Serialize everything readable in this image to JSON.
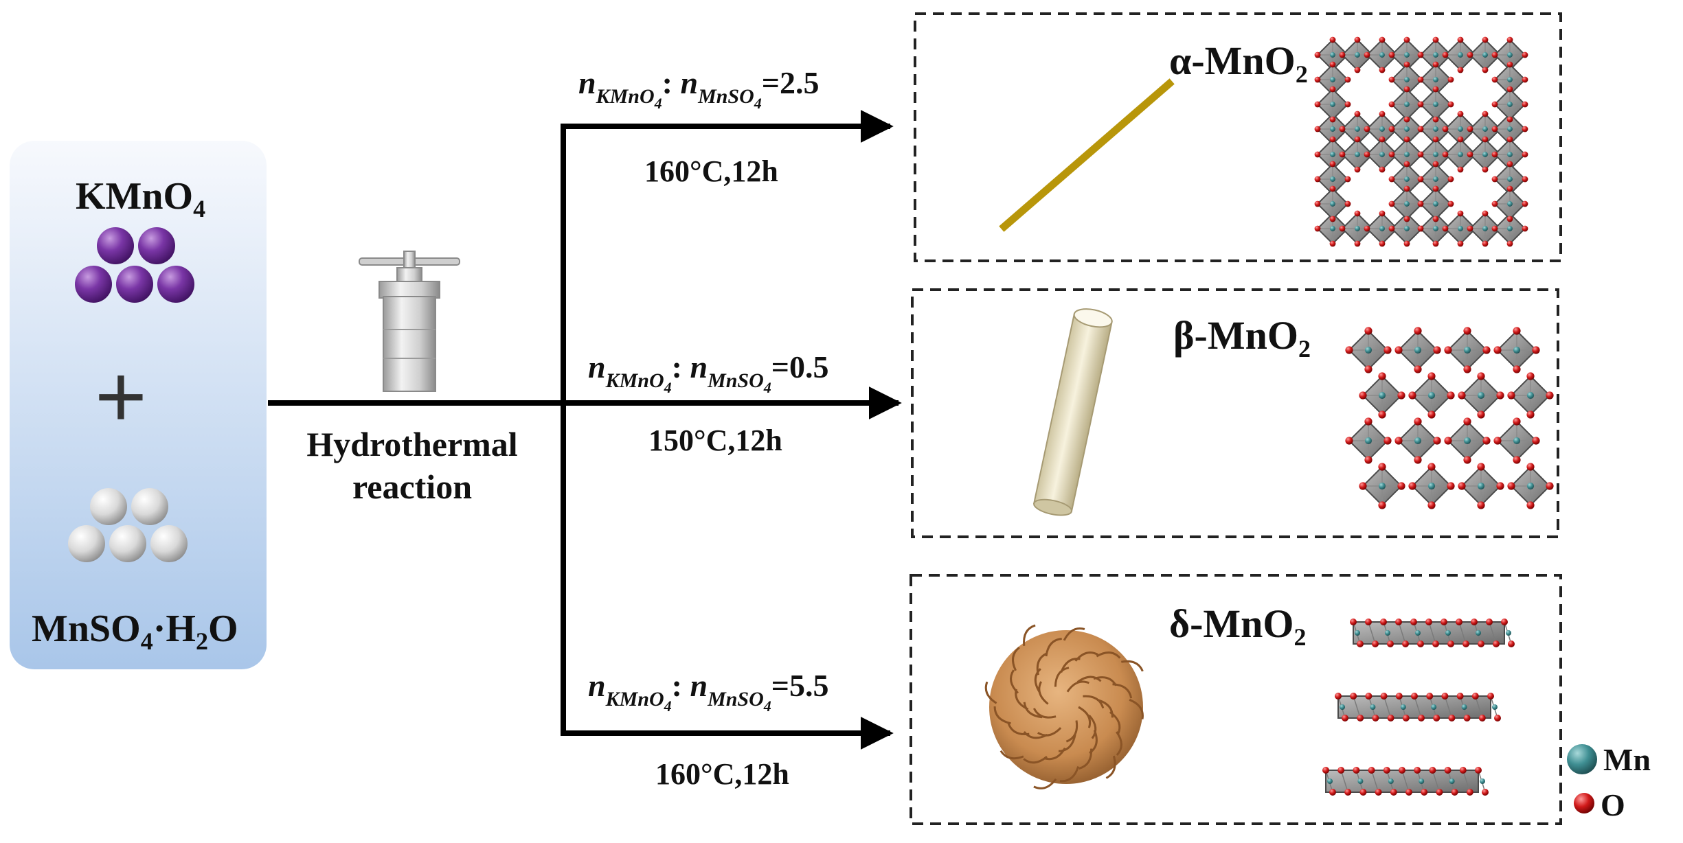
{
  "reactants": {
    "kmno4": {
      "main": "KMnO",
      "sub": "4"
    },
    "plus": "+",
    "mnso4": {
      "a": "MnSO",
      "a_sub": "4",
      "dot": "·H",
      "b_sub": "2",
      "c": "O"
    }
  },
  "process": {
    "line1": "Hydrothermal",
    "line2": "reaction"
  },
  "ratio_symbols": {
    "n": "n",
    "k_sub": "KMnO",
    "k_subsub": "4",
    "sep": ":",
    "m_sub": "MnSO",
    "m_subsub": "4"
  },
  "branches": [
    {
      "ratio_value": "=2.5",
      "condition": "160°C,12h",
      "phase_greek": "α-MnO",
      "phase_sub": "2"
    },
    {
      "ratio_value": "=0.5",
      "condition": "150°C,12h",
      "phase_greek": "β-MnO",
      "phase_sub": "2"
    },
    {
      "ratio_value": "=5.5",
      "condition": "160°C,12h",
      "phase_greek": "δ-MnO",
      "phase_sub": "2"
    }
  ],
  "legend": {
    "mn_label": "Mn",
    "o_label": "O"
  },
  "colors": {
    "kmno4_sphere": "#6a2c91",
    "mnso4_sphere": "#e8e8e8",
    "mn_atom": "#3f8f93",
    "o_atom": "#d11a1a",
    "alpha_rod": "#b8960a",
    "beta_rod": "#ede7cf",
    "delta_flower": "#c98b50"
  }
}
